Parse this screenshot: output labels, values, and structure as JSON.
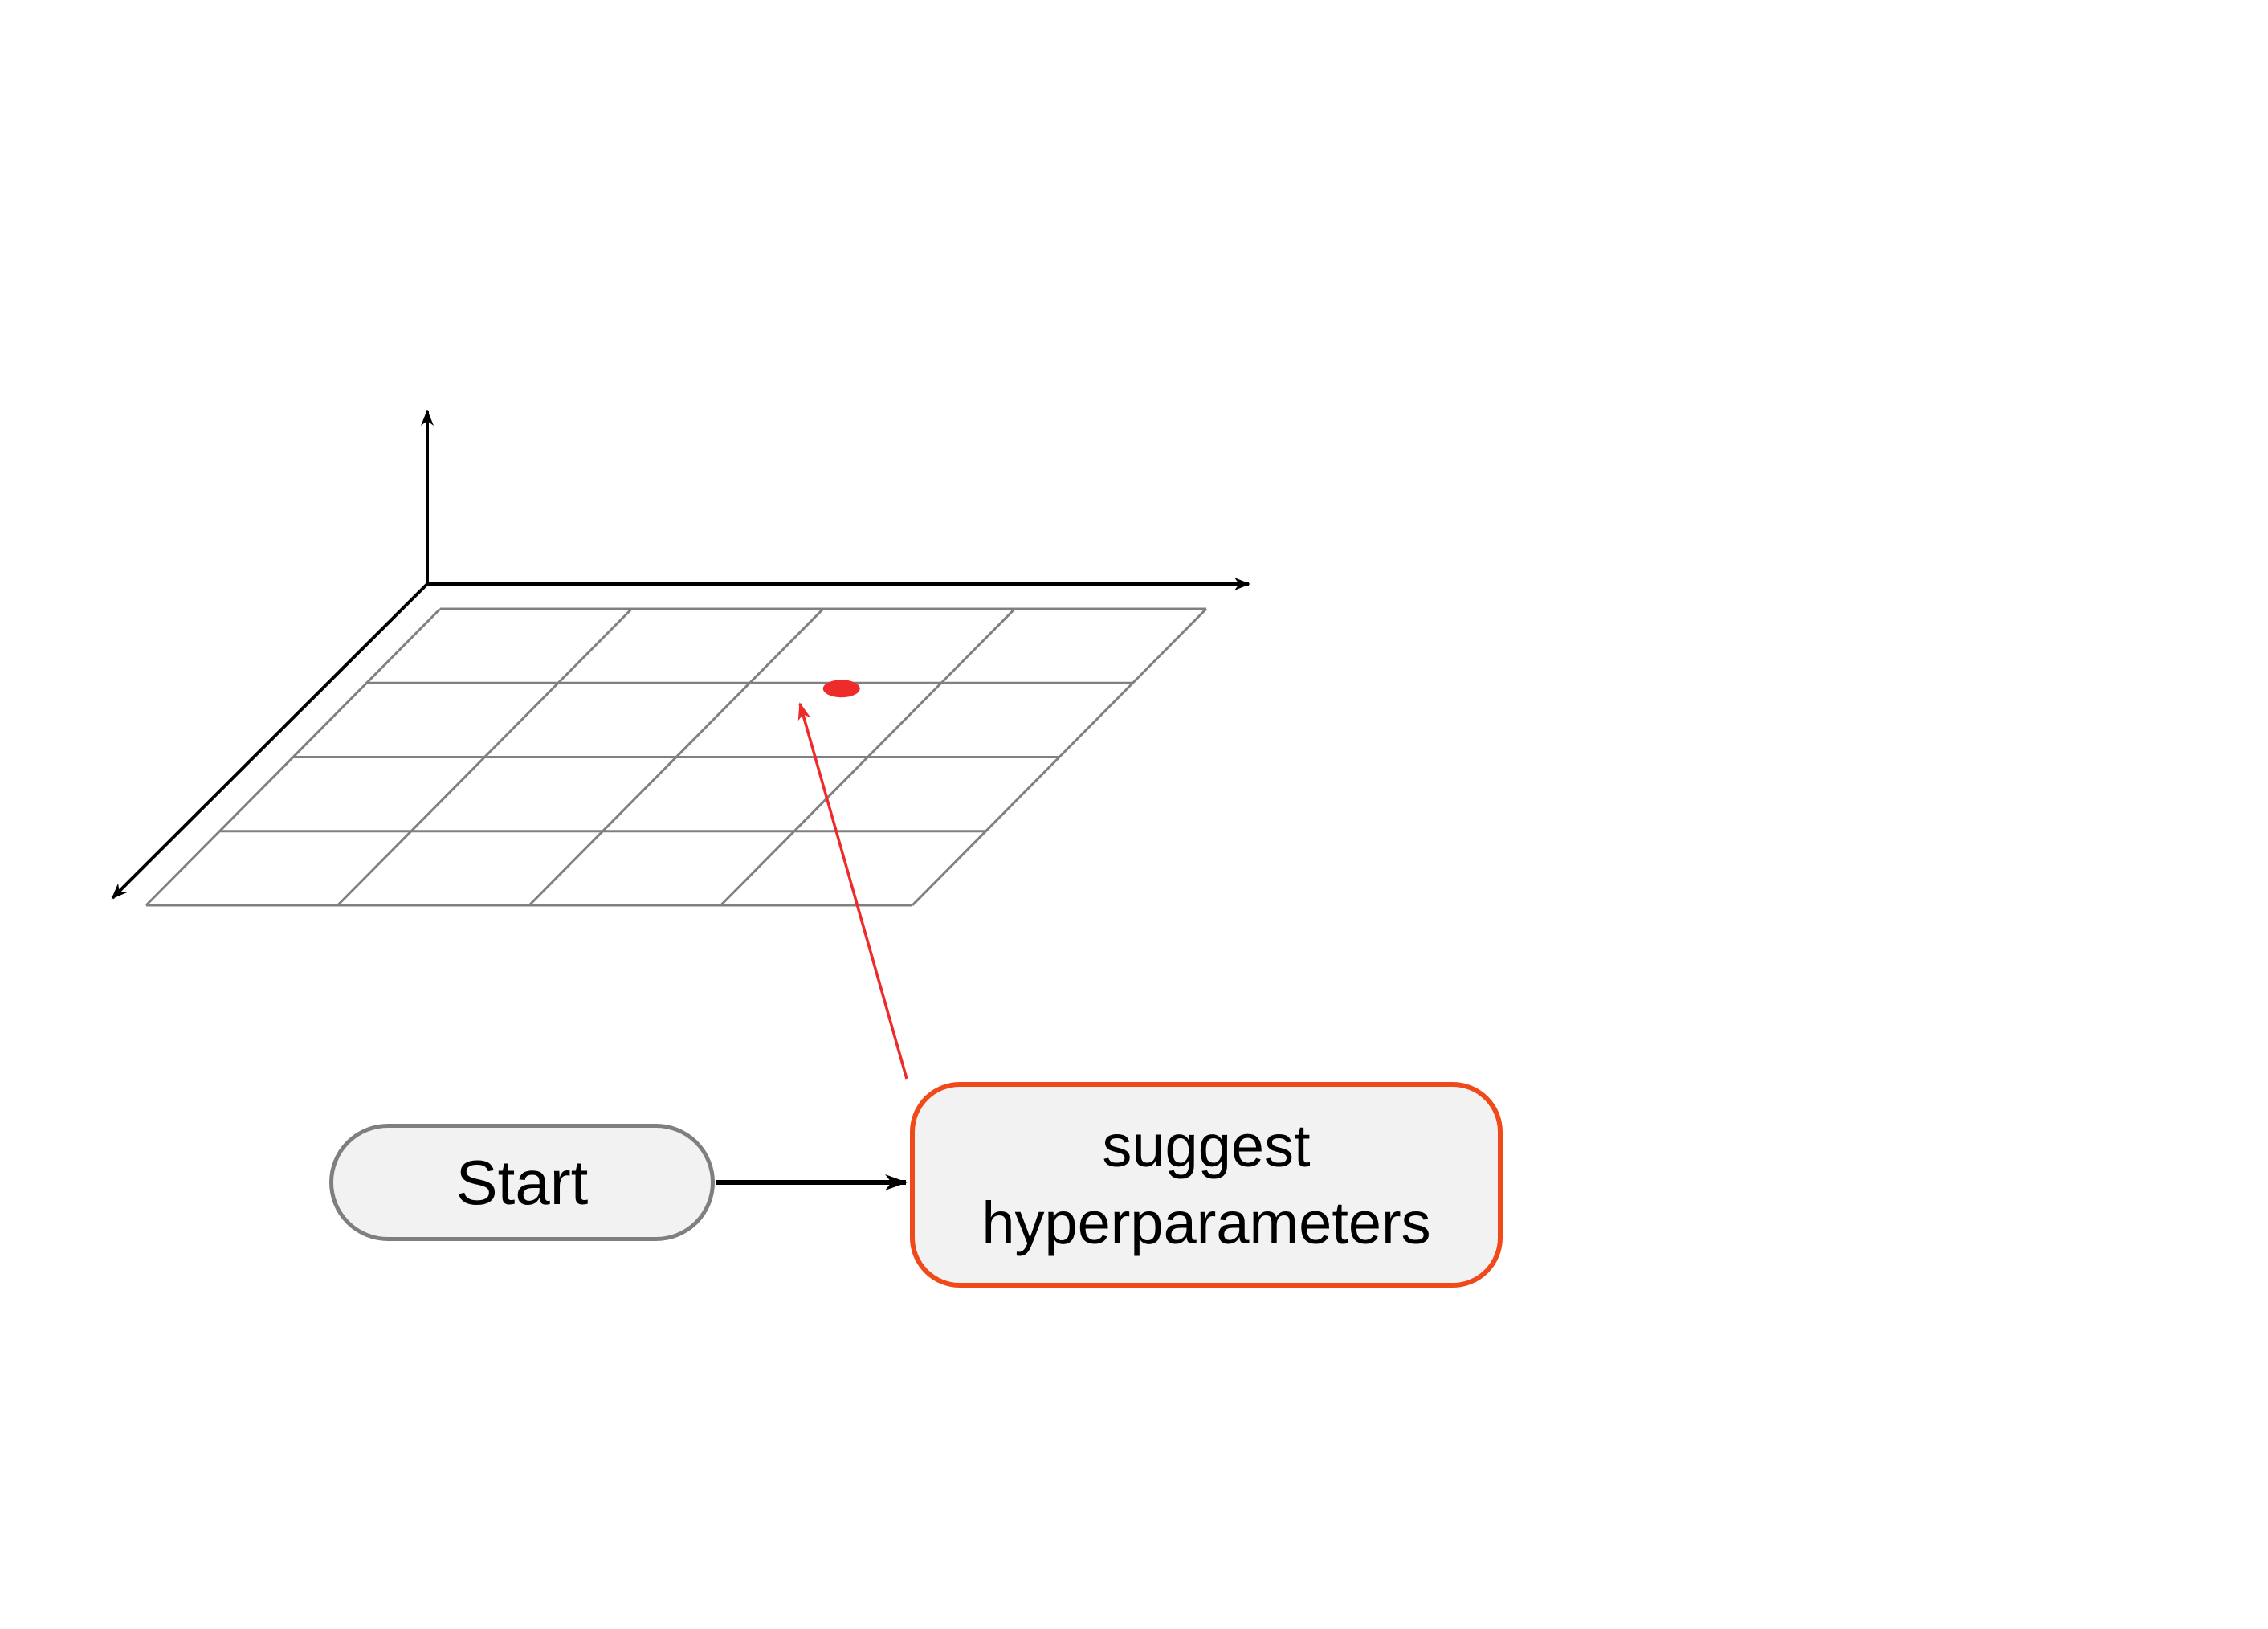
{
  "nodes": {
    "start": {
      "label": "Start"
    },
    "suggest": {
      "label_line1": "suggest",
      "label_line2": "hyperparameters"
    }
  },
  "grid": {
    "rows": 4,
    "cols": 4
  },
  "sample_point": {
    "col_fraction": 0.625,
    "row_fraction": 0.25
  },
  "colors": {
    "axis": "#000000",
    "grid": "#808080",
    "point": "#ee2a2a",
    "suggest_border": "#f04a1a",
    "start_border": "#7f7f7f",
    "node_fill": "#f2f2f2"
  }
}
